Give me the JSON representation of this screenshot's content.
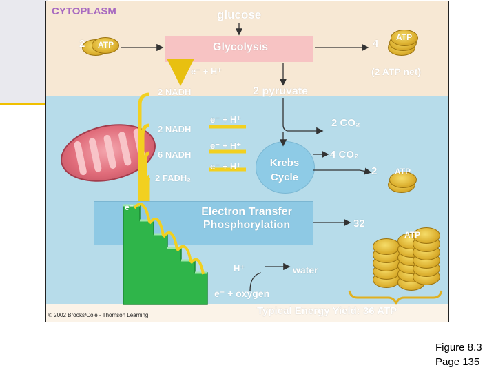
{
  "figure": {
    "cytoplasm_label": "CYTOPLASM",
    "glucose": "glucose",
    "glycolysis": "Glycolysis",
    "atp_in_count": "2",
    "atp_in_label": "ATP",
    "atp_out_count": "4",
    "atp_out_label": "ATP",
    "electron_hplus_1": "e⁻ + H⁺",
    "atp_net": "(2 ATP net)",
    "nadh_glycolysis": "2 NADH",
    "pyruvate": "2 pyruvate",
    "nadh_2": "2 NADH",
    "electron_hplus_2": "e⁻ + H⁺",
    "co2_1": "2 CO₂",
    "nadh_6": "6 NADH",
    "electron_hplus_3": "e⁻ + H⁺",
    "krebs": "Krebs Cycle",
    "co2_2": "4 CO₂",
    "fadh2": "2 FADH₂",
    "electron_hplus_4": "e⁻ + H⁺",
    "krebs_atp_count": "2",
    "krebs_atp_label": "ATP",
    "etp_e_label": "e⁻",
    "etp_label": "Electron Transfer Phosphorylation",
    "etp_atp_count": "32",
    "etp_atp_label": "ATP",
    "hplus_label": "H⁺",
    "water_label": "water",
    "oxygen_label": "e⁻ + oxygen",
    "yield": "Typical Energy Yield: 36 ATP",
    "copyright": "© 2002 Brooks/Cole - Thomson Learning"
  },
  "caption": {
    "line1": "Figure 8.3",
    "line2": "Page 135"
  },
  "colors": {
    "cytoplasm_bg": "#f7e8d4",
    "mitochondria_bg": "#b7dcea",
    "glycolysis_box": "#f7c3c3",
    "etp_box": "#8ec9e4",
    "label_purple": "#a86ac0",
    "arrow_yellow": "#f2d020",
    "steps_green": "#2fb54a"
  }
}
